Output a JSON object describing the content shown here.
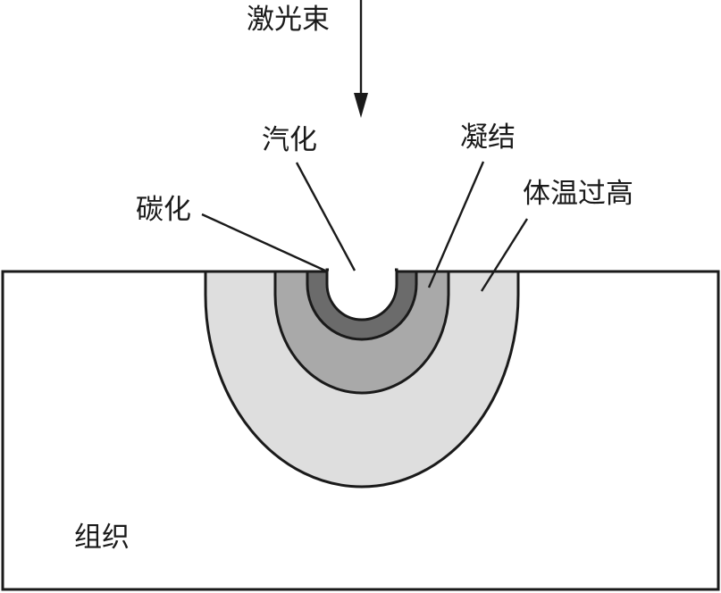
{
  "labels": {
    "laser_beam": "激光束",
    "vaporization": "汽化",
    "coagulation": "凝结",
    "carbonization": "碳化",
    "overheating": "体温过高",
    "tissue": "组织"
  },
  "colors": {
    "overheating_zone": "#dedede",
    "coagulation_zone": "#a9a9a9",
    "carbonization_zone": "#6b6b6b",
    "vapor_crater": "#ffffff",
    "outline": "#1a1a1a"
  }
}
